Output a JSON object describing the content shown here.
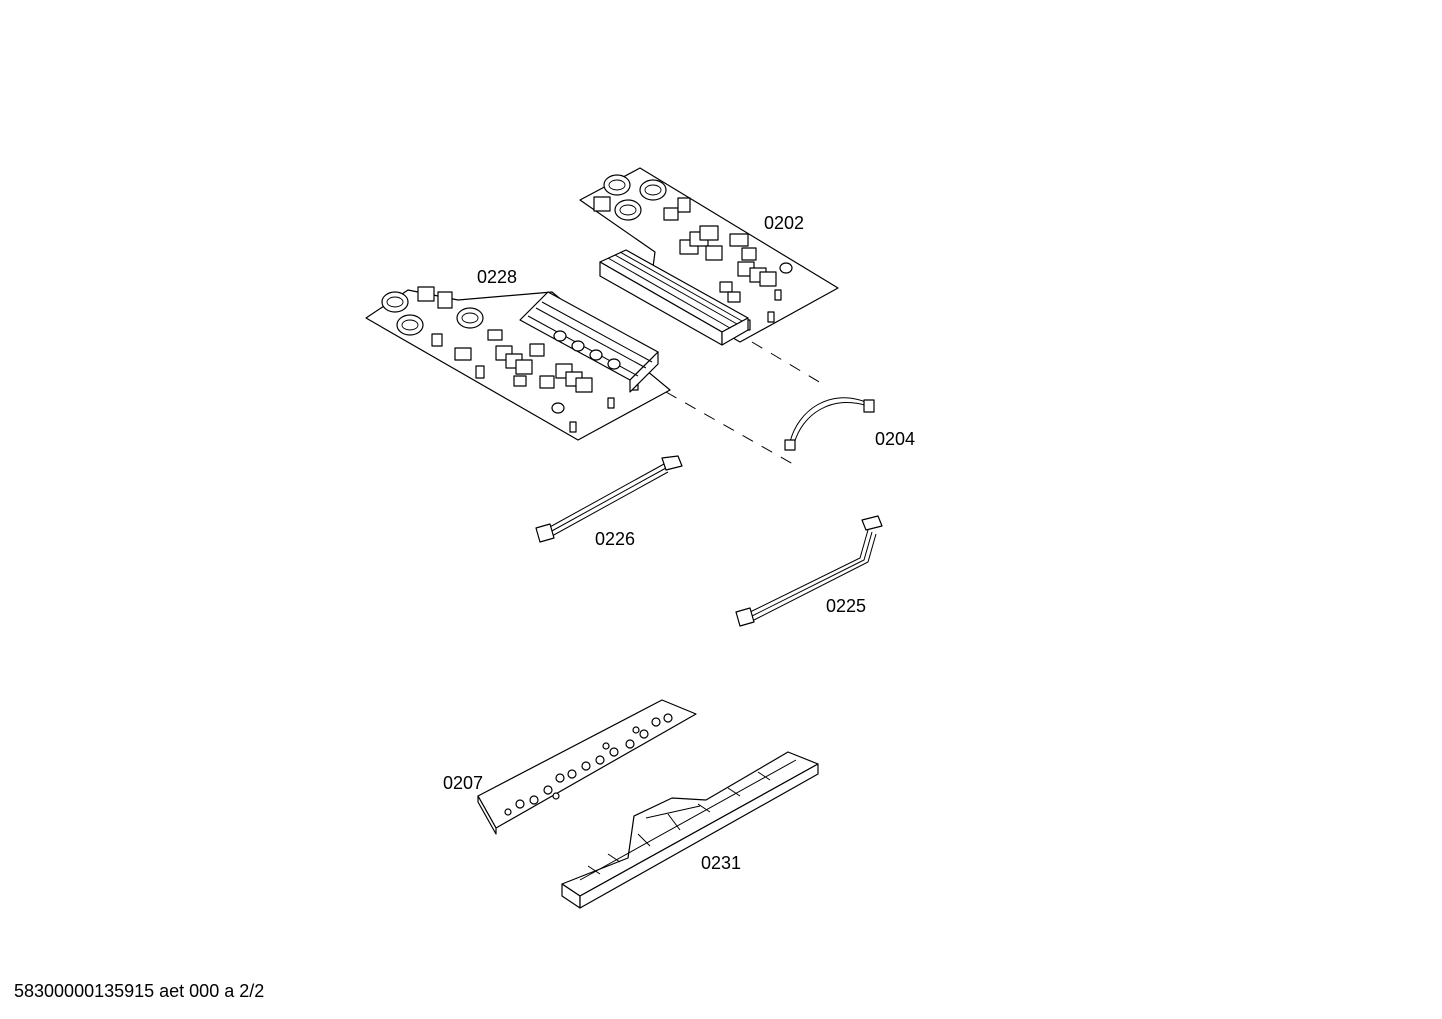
{
  "parts": [
    {
      "id": "0202",
      "label": "0202"
    },
    {
      "id": "0228",
      "label": "0228"
    },
    {
      "id": "0204",
      "label": "0204"
    },
    {
      "id": "0226",
      "label": "0226"
    },
    {
      "id": "0225",
      "label": "0225"
    },
    {
      "id": "0207",
      "label": "0207"
    },
    {
      "id": "0231",
      "label": "0231"
    }
  ],
  "footer": "58300000135915 aet 000 a 2/2"
}
